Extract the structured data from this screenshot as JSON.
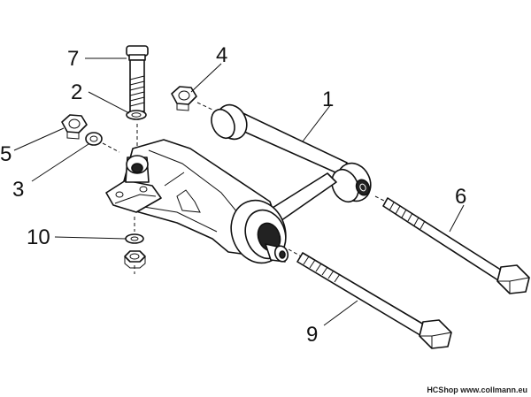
{
  "callouts": {
    "c1": "1",
    "c2": "2",
    "c3": "3",
    "c4": "4",
    "c5": "5",
    "c6": "6",
    "c7": "7",
    "c9": "9",
    "c10": "10"
  },
  "watermark": "HCShop www.collmann.eu",
  "colors": {
    "line": "#111111",
    "background": "#ffffff"
  }
}
